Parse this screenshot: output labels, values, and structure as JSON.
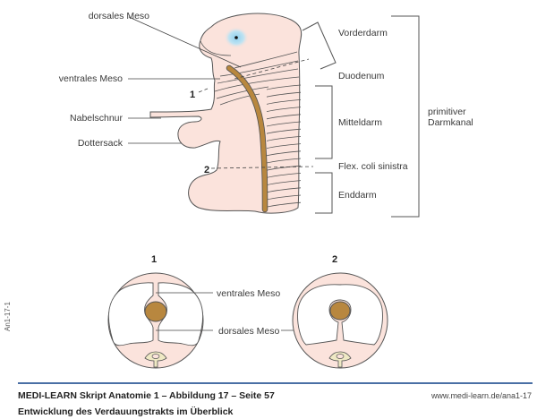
{
  "diagram": {
    "labels_left": {
      "dorsales_meso": "dorsales Meso",
      "ventrales_meso": "ventrales Meso",
      "nabelschnur": "Nabelschnur",
      "dottersack": "Dottersack"
    },
    "section_markers": {
      "one": "1",
      "two": "2"
    },
    "labels_right": {
      "vorderdarm": "Vorderdarm",
      "duodenum": "Duodenum",
      "mitteldarm": "Mitteldarm",
      "flex": "Flex. coli sinistra",
      "enddarm": "Enddarm"
    },
    "group_label": {
      "line1": "primitiver",
      "line2": "Darmkanal"
    },
    "cross_sections": {
      "title_1": "1",
      "title_2": "2",
      "ventrales_meso": "ventrales Meso",
      "dorsales_meso": "dorsales Meso"
    },
    "side_code": "An1-17-1",
    "colors": {
      "body_fill": "#fbe3dc",
      "gut": "#b8873f",
      "outline": "#555555",
      "accent_rule": "#4a6fa5",
      "spot": "#a9d8ef"
    }
  },
  "footer": {
    "title": "MEDI-LEARN Skript Anatomie 1 – Abbildung 17 – Seite 57",
    "subtitle": "Entwicklung des Verdauungstrakts im Überblick",
    "url": "www.medi-learn.de/ana1-17"
  }
}
